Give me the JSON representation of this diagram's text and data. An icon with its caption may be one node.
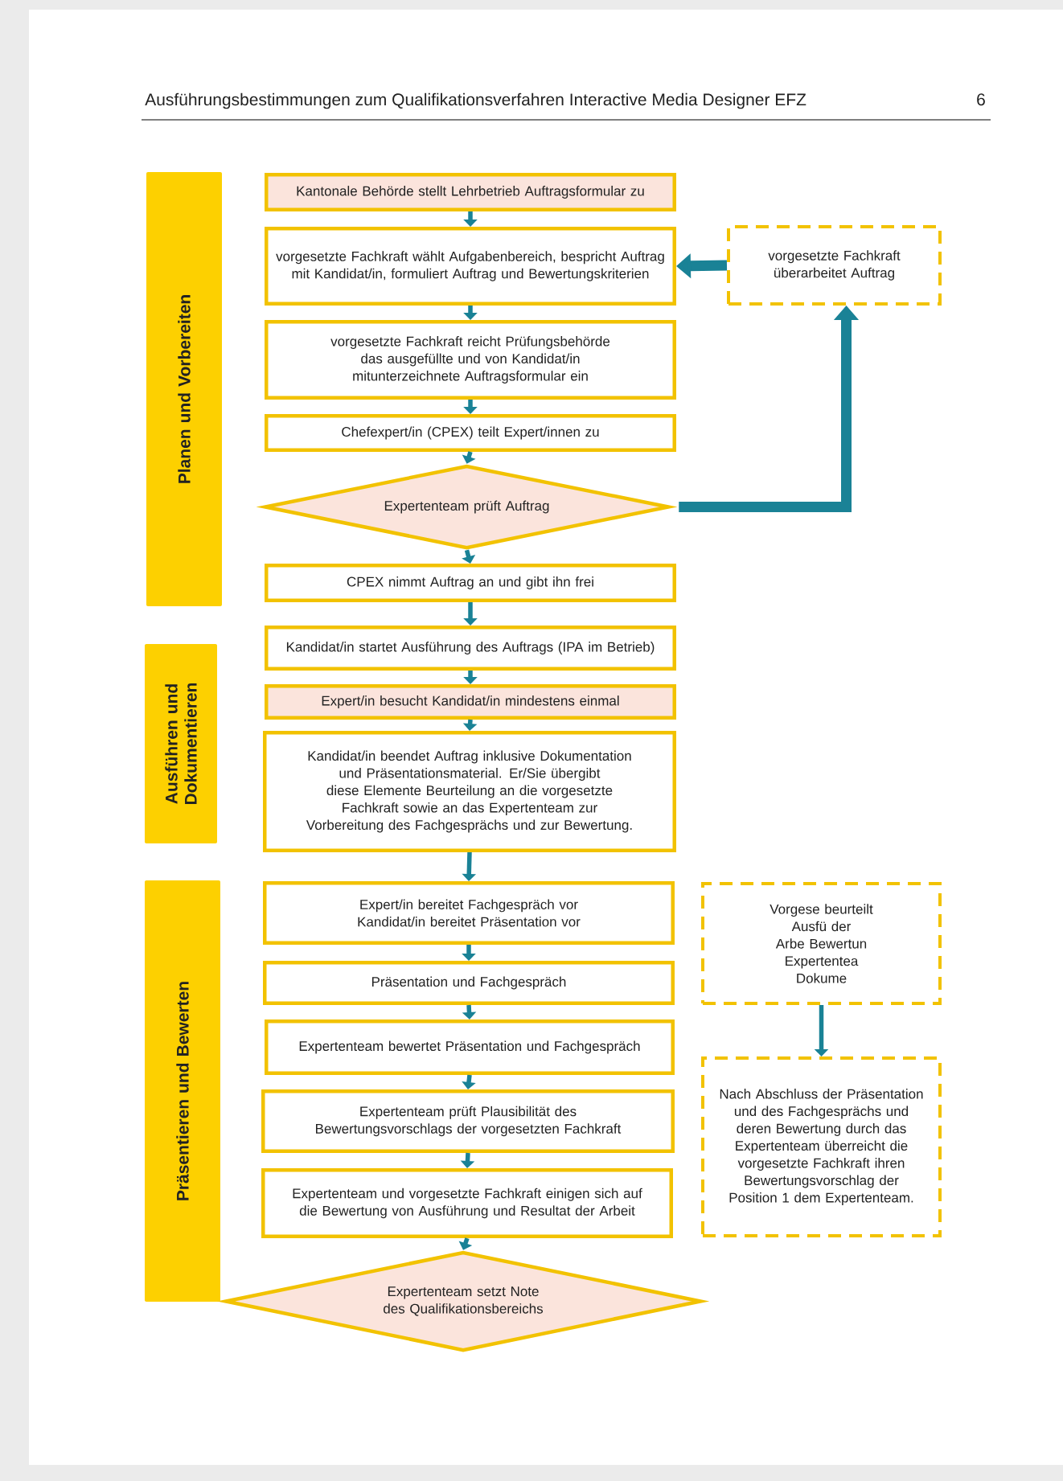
{
  "diagram": {
    "nodes": [
      {
        "text": [
          "Planen und Vorbereiten"
        ]
      },
      {
        "text": [
          "Kantonale Behörde stellt Lehrbetrieb Auftragsformular zu"
        ]
      },
      {
        "text": [
          "vorgesetzte Fachkraft wählt Aufgabenbereich, bespricht Auftrag mit Kandidat/in, formuliert Auftrag und Bewertungskriterien"
        ]
      },
      {
        "text": [
          "vorgesetzte Fachkraft überarbeitet Auftrag"
        ]
      },
      {
        "text": [
          "vorgesetzte Fachkraft reicht Prüfungsbehörde das ausgefüllte und von Kandidat/in mitunterzeichnete Auftragsformular ein"
        ]
      },
      {
        "text": [
          "Chefexpert/in (CPEX) teilt Expert/innen zu"
        ]
      },
      {
        "text": [
          "Expertenteam prüft Auftrag"
        ]
      },
      {
        "text": [
          "CPEX nimmt Auftrag an und gibt ihn frei"
        ]
      },
      {
        "text": [
          "Ausführen und Dokumentieren"
        ]
      },
      {
        "text": [
          "Kandidat/in startet Ausführung des Auftrags (IPA im Betrieb)"
        ]
      },
      {
        "text": [
          "Expert/in besucht Kandidat/in mindestens einmal"
        ]
      },
      {
        "text": [
          "Kandidat/in beendet Auftrag inklusive Dokumentation und Präsentationsmaterial. Er/Sie übergibt diese Elemente Beurteilung an die vorgesetzte Fachkraft sowie an das Expertenteam zur Vorbereitung des Fachgesprächs und zur Bewertung."
        ]
      },
      {
        "text": [
          "Präsentieren und Bewerten"
        ]
      },
      {
        "text": [
          "Expert/in bereitet Fachgespräch vor",
          "Kandidat/in bereitet Präsentation vor"
        ]
      },
      {
        "text": [
          "Vorgese beurteilt Ausfü der Arbe Bewertun Expertentea Dokume"
        ]
      },
      {
        "text": [
          "Präsentation und Fachgespräch"
        ]
      },
      {
        "text": [
          "Expertenteam bewertet Präsentation und Fachgespräch"
        ]
      },
      {
        "text": [
          "Expertenteam prüft Plausibilität des Bewertungsvorschlags der vorgesetzten Fachkraft"
        ]
      },
      {
        "text": [
          "Nach Abschluss der Präsentation und des Fachgesprächs und deren Bewertung durch das Expertenteam überreicht die vorgesetzte Fachkraft ihren Bewertungsvorschlag der Position 1 dem Expertenteam."
        ]
      },
      {
        "text": [
          "Expertenteam und vorgesetzte Fachkraft einigen sich auf die Bewertung von Ausführung und Resultat der Arbeit"
        ]
      },
      {
        "text": [
          "Expertenteam setzt Note des Qualifikationsbereichs"
        ]
      }
    ],
    "edges": [
      {
        "from": 1,
        "to": 2,
        "arrow": "to"
      },
      {
        "from": 2,
        "to": 4,
        "arrow": "to"
      },
      {
        "from": 4,
        "to": 5,
        "arrow": "to"
      },
      {
        "from": 5,
        "to": 6,
        "arrow": "to"
      },
      {
        "from": 6,
        "to": 3,
        "arrow": "to",
        "style": "thick"
      },
      {
        "from": 3,
        "to": 2,
        "arrow": "to",
        "style": "thick"
      },
      {
        "from": 6,
        "to": 7,
        "arrow": "to"
      },
      {
        "from": 7,
        "to": 9,
        "arrow": "to"
      },
      {
        "from": 9,
        "to": 10,
        "arrow": "to"
      },
      {
        "from": 10,
        "to": 11,
        "arrow": "to"
      },
      {
        "from": 11,
        "to": 13,
        "arrow": "to"
      },
      {
        "from": 13,
        "to": 15,
        "arrow": "to"
      },
      {
        "from": 15,
        "to": 16,
        "arrow": "to"
      },
      {
        "from": 16,
        "to": 17,
        "arrow": "to"
      },
      {
        "from": 17,
        "to": 19,
        "arrow": "to"
      },
      {
        "from": 19,
        "to": 20,
        "arrow": "to"
      },
      {
        "from": 14,
        "to": 18,
        "arrow": "to"
      }
    ],
    "labels": [
      "Ausführungsbestimmungen zum Qualifikationsverfahren Interactive Media Designer EFZ",
      "6"
    ]
  }
}
